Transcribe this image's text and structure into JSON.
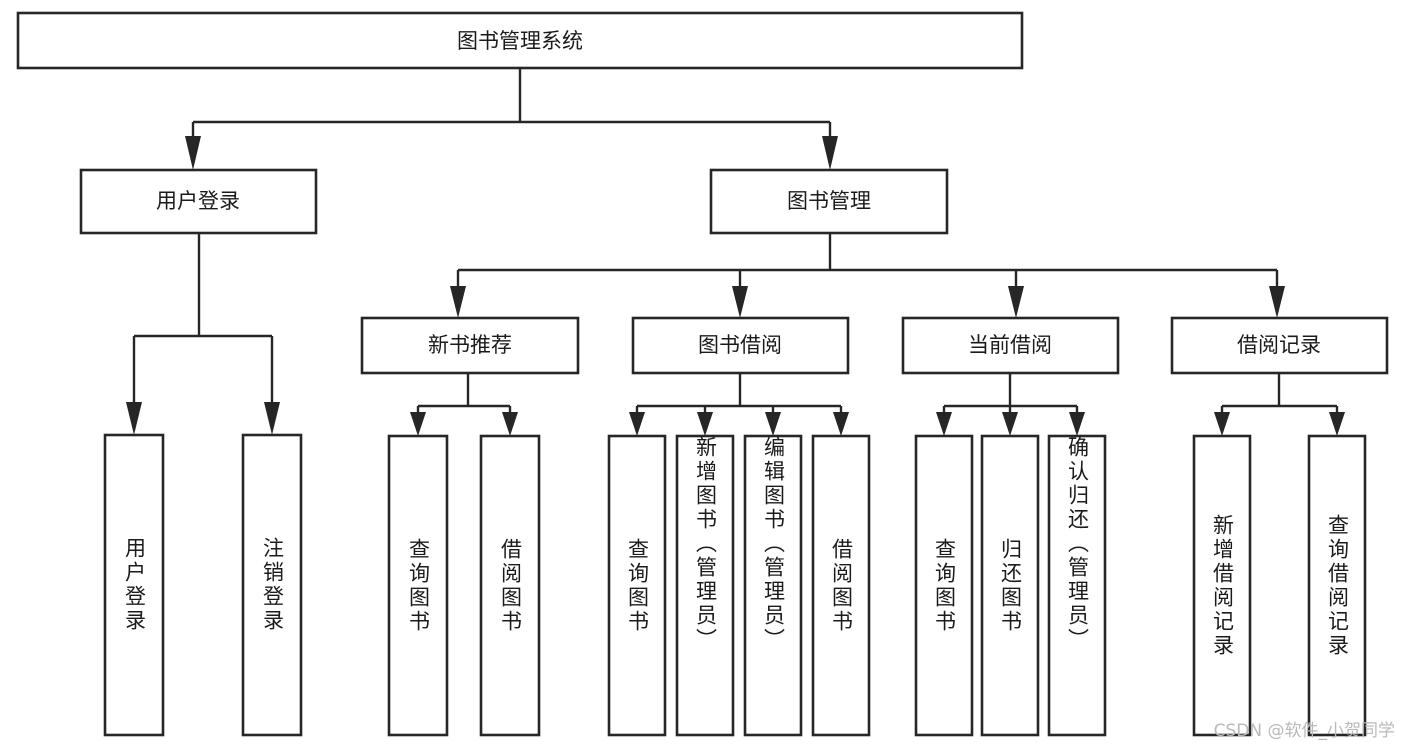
{
  "diagram": {
    "type": "tree",
    "title": "图书管理系统",
    "orientation": "top-down",
    "levels": 4,
    "colors": {
      "stroke": "#262626",
      "fill": "#ffffff",
      "text": "#1b1b1b",
      "watermark": "#b9b9b9",
      "background": "#ffffff"
    },
    "root": {
      "label": "图书管理系统"
    },
    "level2": [
      {
        "label": "用户登录"
      },
      {
        "label": "图书管理"
      }
    ],
    "level3": [
      {
        "label": "新书推荐"
      },
      {
        "label": "图书借阅"
      },
      {
        "label": "当前借阅"
      },
      {
        "label": "借阅记录"
      }
    ],
    "leaves": {
      "user_login": [
        {
          "label": "用户登录"
        },
        {
          "label": "注销登录"
        }
      ],
      "new_book_recommend": [
        {
          "label": "查询图书"
        },
        {
          "label": "借阅图书"
        }
      ],
      "book_borrow": [
        {
          "label": "查询图书"
        },
        {
          "label": "新增图书（管理员）"
        },
        {
          "label": "编辑图书（管理员）"
        },
        {
          "label": "借阅图书"
        }
      ],
      "current_borrow": [
        {
          "label": "查询图书"
        },
        {
          "label": "归还图书"
        },
        {
          "label": "确认归还（管理员）"
        }
      ],
      "borrow_record": [
        {
          "label": "新增借阅记录"
        },
        {
          "label": "查询借阅记录"
        }
      ]
    },
    "watermark": "CSDN @软件_小贺同学"
  }
}
